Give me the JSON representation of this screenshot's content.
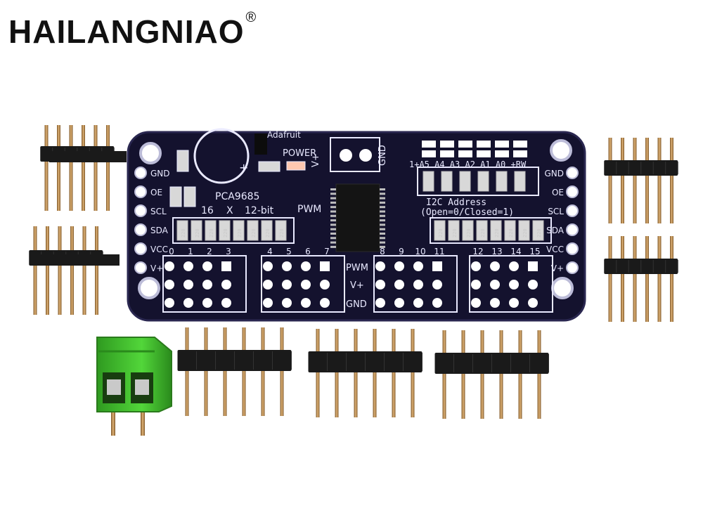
{
  "brand": {
    "name": "HAILANGNIAO",
    "mark": "®"
  },
  "board": {
    "maker_text": "Adafruit",
    "chip_name": "PCA9685",
    "power_label": "POWER",
    "vplus_top": "V+",
    "gnd_top": "GND",
    "title_16": "16",
    "title_x": "X",
    "title_12bit": "12-bit",
    "title_pwm": "PWM",
    "i2c_label": "I2C   Address",
    "i2c_sub": "(Open=0/Closed=1)",
    "addr_bits": "1+A5 A4 A3 A2 A1 A0 +RW",
    "left_pins": [
      "GND",
      "OE",
      "SCL",
      "SDA",
      "VCC",
      "V+"
    ],
    "right_pins": [
      "GND",
      "OE",
      "SCL",
      "SDA",
      "VCC",
      "V+"
    ],
    "channel_groups": [
      [
        "0",
        "1",
        "2",
        "3"
      ],
      [
        "4",
        "5",
        "6",
        "7"
      ],
      [
        "8",
        "9",
        "10",
        "11"
      ],
      [
        "12",
        "13",
        "14",
        "15"
      ]
    ],
    "row_labels": [
      "PWM",
      "V+",
      "GND"
    ],
    "resistor_code": "220"
  },
  "colors": {
    "pcb": "#14122e",
    "silk": "#e9e9ff",
    "terminal_green": "#3fc02c",
    "header_plastic": "#1a1a1a",
    "pin_metal": "#b98a4e"
  }
}
